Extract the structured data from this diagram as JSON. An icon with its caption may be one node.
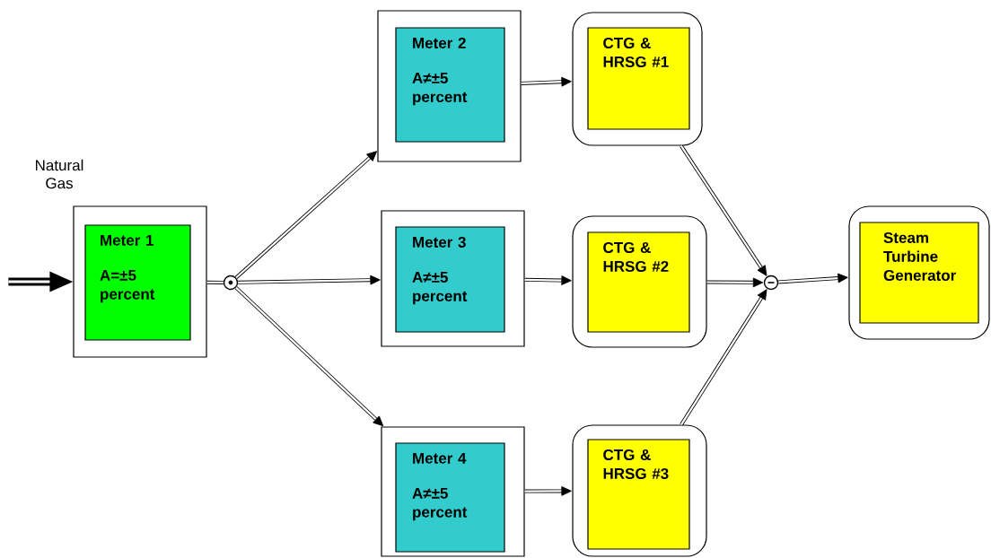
{
  "diagram": {
    "nodes": [
      {
        "text": [],
        "shape": "box"
      },
      {
        "text": [
          "Meter 1",
          "A=±5 percent"
        ],
        "in": 0
      },
      {
        "text": [],
        "shape": "circle"
      },
      {
        "text": [],
        "shape": "box"
      },
      {
        "text": [
          "Meter 2",
          "A≠±5 percent"
        ],
        "in": 3
      },
      {
        "text": [],
        "shape": "box"
      },
      {
        "text": [
          "CTG & HRSG #1"
        ],
        "in": 5
      },
      {
        "text": [],
        "shape": "box"
      },
      {
        "text": [
          "Meter 3",
          "A≠±5 percent"
        ],
        "in": 7
      },
      {
        "text": [],
        "shape": "box"
      },
      {
        "text": [
          "CTG & HRSG #2"
        ],
        "in": 9
      },
      {
        "text": [],
        "shape": "box"
      },
      {
        "text": [
          "Meter 4",
          "A≠±5 percent"
        ],
        "in": 11
      },
      {
        "text": [],
        "shape": "box"
      },
      {
        "text": [
          "CTG & HRSG #3"
        ],
        "in": 13
      },
      {
        "text": [],
        "shape": "circle"
      },
      {
        "text": [],
        "shape": "box"
      },
      {
        "text": [
          "Steam Turbine Generator"
        ],
        "in": 16
      }
    ],
    "edges": [
      {
        "from": null,
        "to": 0,
        "arrow": "to",
        "style": "thick"
      },
      {
        "from": 0,
        "to": 2,
        "arrow": "none"
      },
      {
        "from": 2,
        "to": 3,
        "arrow": "to"
      },
      {
        "from": 2,
        "to": 7,
        "arrow": "to"
      },
      {
        "from": 2,
        "to": 11,
        "arrow": "to"
      },
      {
        "from": 3,
        "to": 5,
        "arrow": "to"
      },
      {
        "from": 7,
        "to": 9,
        "arrow": "to"
      },
      {
        "from": 11,
        "to": 13,
        "arrow": "to"
      },
      {
        "from": 5,
        "to": 15,
        "arrow": "to"
      },
      {
        "from": 9,
        "to": 15,
        "arrow": "to"
      },
      {
        "from": 13,
        "to": 15,
        "arrow": "to"
      },
      {
        "from": 15,
        "to": 16,
        "arrow": "to"
      }
    ],
    "labels": [
      "Natural Gas"
    ]
  }
}
